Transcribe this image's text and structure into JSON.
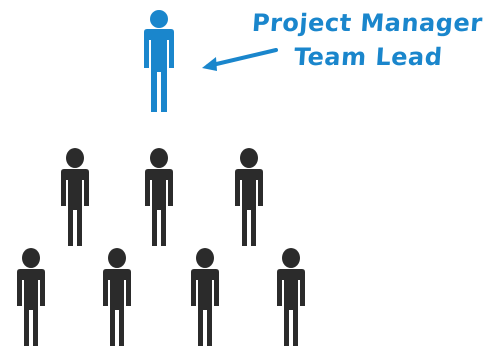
{
  "leader": {
    "label_line_1": "Project Manager",
    "label_line_2": "Team Lead",
    "color": "#1a86cc",
    "icon": "person-icon"
  },
  "team": {
    "color": "#2b2b2b",
    "icon": "person-icon",
    "members": [
      {
        "name": "team-member-1"
      },
      {
        "name": "team-member-2"
      },
      {
        "name": "team-member-3"
      },
      {
        "name": "team-member-4"
      },
      {
        "name": "team-member-5"
      },
      {
        "name": "team-member-6"
      },
      {
        "name": "team-member-7"
      }
    ]
  },
  "arrow": {
    "color": "#1a86cc",
    "icon": "arrow-left-icon"
  }
}
